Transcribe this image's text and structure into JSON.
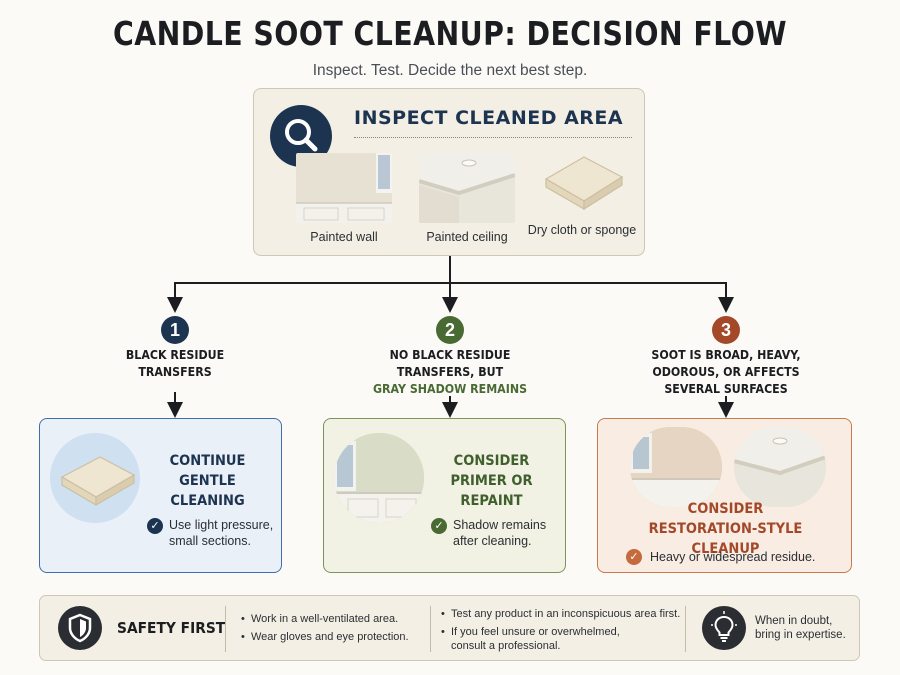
{
  "header": {
    "title": "CANDLE SOOT CLEANUP: DECISION FLOW",
    "subtitle": "Inspect. Test. Decide the next best step."
  },
  "inspect": {
    "title": "INSPECT CLEANED AREA",
    "icon": "search-icon",
    "items": [
      {
        "label": "Painted wall"
      },
      {
        "label": "Painted ceiling"
      },
      {
        "label": "Dry cloth or sponge"
      }
    ]
  },
  "branches": [
    {
      "number": "1",
      "color": "#1d3451",
      "condition_line1": "BLACK RESIDUE",
      "condition_line2": "TRANSFERS",
      "action_line1": "CONTINUE",
      "action_line2": "GENTLE CLEANING",
      "note": "Use light pressure, small sections."
    },
    {
      "number": "2",
      "color": "#4a6a34",
      "condition_line1": "NO BLACK RESIDUE",
      "condition_line2": "TRANSFERS, BUT",
      "condition_line3": "GRAY SHADOW REMAINS",
      "action_line1": "CONSIDER",
      "action_line2": "PRIMER OR REPAINT",
      "note": "Shadow remains after cleaning."
    },
    {
      "number": "3",
      "color": "#a3492a",
      "condition_line1": "SOOT IS BROAD, HEAVY,",
      "condition_line2": "ODOROUS, OR AFFECTS",
      "condition_line3": "SEVERAL SURFACES",
      "action_line1": "CONSIDER",
      "action_line2": "RESTORATION-STYLE CLEANUP",
      "note": "Heavy or widespread residue."
    }
  ],
  "safety": {
    "title": "SAFETY FIRST",
    "bullets_a": [
      "Work in a well-ventilated area.",
      "Wear gloves and eye protection."
    ],
    "bullets_b": [
      "Test any product in an inconspicuous area first.",
      "If you feel unsure or overwhelmed, consult a professional."
    ],
    "tip": "When in doubt, bring in expertise."
  },
  "colors": {
    "navy": "#1d3451",
    "green": "#4a6a34",
    "rust": "#a3492a",
    "blue_card": "#eaf0f8",
    "green_card": "#f1f1e4",
    "rust_card": "#f8ece3"
  }
}
